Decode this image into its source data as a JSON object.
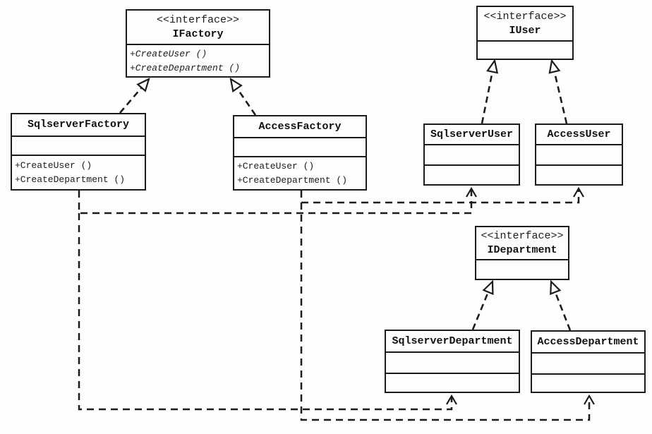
{
  "diagram": {
    "kind": "uml-class-diagram",
    "pattern": "Abstract Factory"
  },
  "classes": {
    "ifactory": {
      "stereotype": "<<interface>>",
      "name": "IFactory",
      "methods": [
        "+CreateUser ()",
        "+CreateDepartment ()"
      ]
    },
    "sqlserver_factory": {
      "name": "SqlserverFactory",
      "methods": [
        "+CreateUser ()",
        "+CreateDepartment ()"
      ]
    },
    "access_factory": {
      "name": "AccessFactory",
      "methods": [
        "+CreateUser ()",
        "+CreateDepartment ()"
      ]
    },
    "iuser": {
      "stereotype": "<<interface>>",
      "name": "IUser"
    },
    "sqlserver_user": {
      "name": "SqlserverUser"
    },
    "access_user": {
      "name": "AccessUser"
    },
    "idepartment": {
      "stereotype": "<<interface>>",
      "name": "IDepartment"
    },
    "sqlserver_department": {
      "name": "SqlserverDepartment"
    },
    "access_department": {
      "name": "AccessDepartment"
    }
  },
  "relationships": {
    "realizations": [
      {
        "from": "SqlserverFactory",
        "to": "IFactory"
      },
      {
        "from": "AccessFactory",
        "to": "IFactory"
      },
      {
        "from": "SqlserverUser",
        "to": "IUser"
      },
      {
        "from": "AccessUser",
        "to": "IUser"
      },
      {
        "from": "SqlserverDepartment",
        "to": "IDepartment"
      },
      {
        "from": "AccessDepartment",
        "to": "IDepartment"
      }
    ],
    "dependencies": [
      {
        "from": "SqlserverFactory",
        "to": "SqlserverUser"
      },
      {
        "from": "SqlserverFactory",
        "to": "SqlserverDepartment"
      },
      {
        "from": "AccessFactory",
        "to": "AccessUser"
      },
      {
        "from": "AccessFactory",
        "to": "AccessDepartment"
      }
    ]
  },
  "colors": {
    "line": "#1c1c1c",
    "background": "#fdfdfd",
    "box_fill": "#fdfdfd"
  }
}
